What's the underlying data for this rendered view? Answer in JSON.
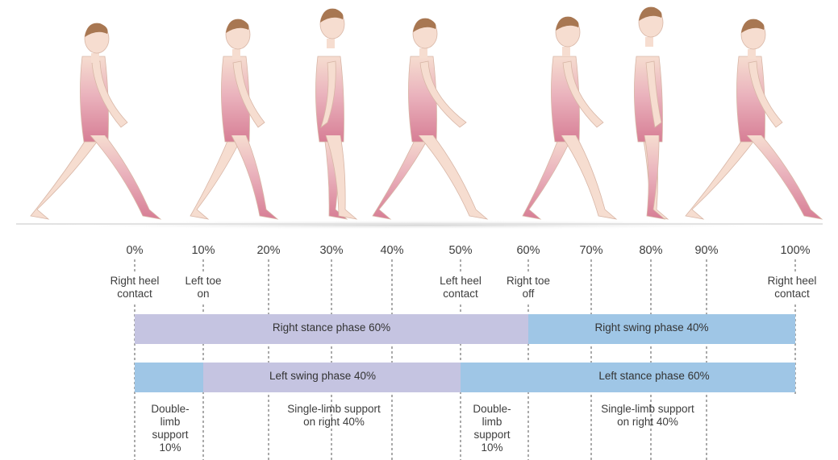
{
  "percent_ticks": [
    "0%",
    "10%",
    "20%",
    "30%",
    "40%",
    "50%",
    "60%",
    "70%",
    "80%",
    "90%",
    "100%"
  ],
  "events": {
    "right_heel_contact_start": [
      "Right heel",
      "contact"
    ],
    "left_toe_on": [
      "Left toe",
      "on"
    ],
    "left_heel_contact": [
      "Left heel",
      "contact"
    ],
    "right_toe_off": [
      "Right toe",
      "off"
    ],
    "right_heel_contact_end": [
      "Right heel",
      "contact"
    ]
  },
  "phases": {
    "right_stance": "Right stance phase 60%",
    "right_swing": "Right swing phase 40%",
    "left_swing": "Left swing phase 40%",
    "left_stance": "Left stance phase 60%"
  },
  "supports": {
    "double_1": [
      "Double-",
      "limb",
      "support",
      "10%"
    ],
    "single_right_1": [
      "Single-limb support",
      "on right 40%"
    ],
    "double_2": [
      "Double-",
      "limb",
      "support",
      "10%"
    ],
    "single_right_2": [
      "Single-limb support",
      "on right 40%"
    ]
  },
  "colors": {
    "stance_band": "#c5c4e1",
    "swing_band": "#9fc6e6",
    "skin": "#f6ddd0",
    "leg_highlight": "#d98398",
    "hair": "#a87752"
  },
  "figures": [
    "walking-figure-0",
    "walking-figure-1",
    "walking-figure-2",
    "walking-figure-3",
    "walking-figure-4",
    "walking-figure-5",
    "walking-figure-6",
    "walking-figure-7"
  ]
}
